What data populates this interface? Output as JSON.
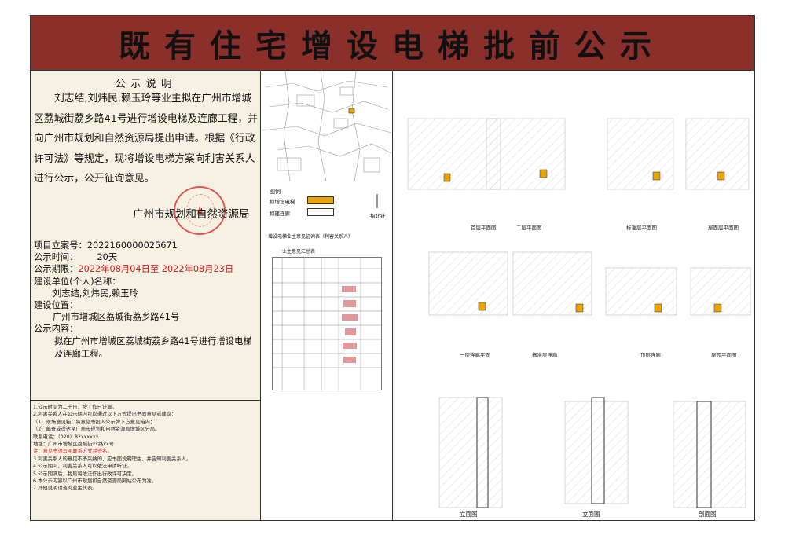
{
  "header": {
    "title": "既有住宅增设电梯批前公示"
  },
  "notice": {
    "heading": "公示说明",
    "paragraph": "刘志结,刘炜民,赖玉玲等业主拟在广州市增城区荔城街荔乡路41号进行增设电梯及连廊工程，并向广州市规划和自然资源局提出申请。根据《行政许可法》等规定，现将增设电梯方案向利害关系人进行公示，公开征询意见。",
    "issuer": "广州市规划和自然资源局"
  },
  "info": {
    "project_no_label": "项目立案号：",
    "project_no": "2022160000025671",
    "duration_label": "公示时间：",
    "duration": "20天",
    "period_label": "公示期限：",
    "period": "2022年08月04日至 2022年08月23日",
    "applicant_label": "建设单位(个人)名称：",
    "applicant": "刘志结,刘炜民,赖玉玲",
    "location_label": "建设位置：",
    "location": "广州市增城区荔城街荔乡路41号",
    "content_label": "公示内容：",
    "content": "拟在广州市增城区荔城街荔乡路41号进行增设电梯及连廊工程。"
  },
  "notes": [
    "1.公示时间为二十日，按工作日计算。",
    "2.利害关系人在公示期内可以通过以下方式提出书面意见或建议：",
    "  （1）现场意见箱：将意见书投入公示牌下方意见箱内；",
    "  （2）邮寄或送达至广州市规划和自然资源局增城区分局。",
    "      联系电话：（020）82xxxxxx",
    "      地址：广州市增城区荔城街xx路xx号",
    "   注：意见书须写明联系方式并签名。",
    "3.利害关系人的意见不予采纳的，应书面说明理由，并告知利害关系人。",
    "4.公示期间，利害关系人可以依法申请听证。",
    "5.公示期满后，我局将依法作出行政许可决定。",
    "6.本公示内容以广州市规划和自然资源局网站公布为准。",
    "7.其他说明请咨询业主代表。"
  ],
  "site_plan": {
    "legend_title": "图例",
    "legend_items": [
      "拟增设电梯",
      "拟建连廊"
    ],
    "north_label": "指北针",
    "table_caption": "增设电梯业主意见征询表（利害关系人）",
    "table_title": "业主意见汇总表"
  },
  "drawings": {
    "row1_labels": [
      "首层平面图",
      "二层平面图",
      "标准层平面图",
      "屋面层平面图"
    ],
    "row2_labels": [
      "一层连廊平面",
      "标准层连廊",
      "顶层连廊",
      "屋顶平面图"
    ],
    "row3_labels": [
      "立面图",
      "立面图",
      "剖面图"
    ]
  },
  "colors": {
    "header_bg": "#8b2f2a",
    "panel_bg": "#f7f1e3",
    "elevator_fill": "#e9a400",
    "accent_red": "#d42020"
  }
}
